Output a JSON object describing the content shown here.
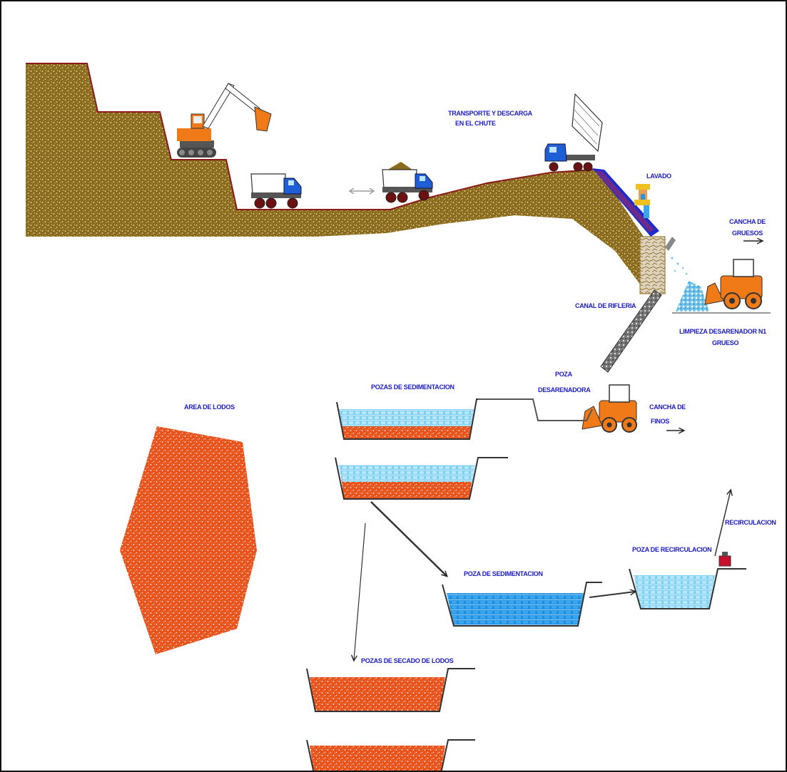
{
  "labels": {
    "transporte_1": "TRANSPORTE Y DESCARGA",
    "transporte_2": "EN EL CHUTE",
    "lavado": "LAVADO",
    "cancha_gruesos_1": "CANCHA DE",
    "cancha_gruesos_2": "GRUESOS",
    "canal_rifleria": "CANAL DE RIFLERIA",
    "limpieza_1": "LIMPIEZA DESARENADOR N1",
    "limpieza_2": "GRUESO",
    "poza_desarenadora_1": "POZA",
    "poza_desarenadora_2": "DESARENADORA",
    "cancha_finos_1": "CANCHA DE",
    "cancha_finos_2": "FINOS",
    "pozas_sedimentacion": "POZAS DE  SEDIMENTACION",
    "area_lodos": "AREA DE LODOS",
    "recirculacion": "RECIRCULACION",
    "poza_recirculacion": "POZA DE RECIRCULACION",
    "poza_sedimentacion": "POZA DE SEDIMENTACION",
    "pozas_secado": "POZAS DE SECADO DE LODOS"
  },
  "colors": {
    "terrain": "#8a6a1c",
    "sludge": "#e8531c",
    "water": "#1f8fe0",
    "water_light": "#7fd0f2",
    "label": "#1b1bc8",
    "machine": "#f07a18",
    "truck_cab": "#1e5fd8"
  }
}
